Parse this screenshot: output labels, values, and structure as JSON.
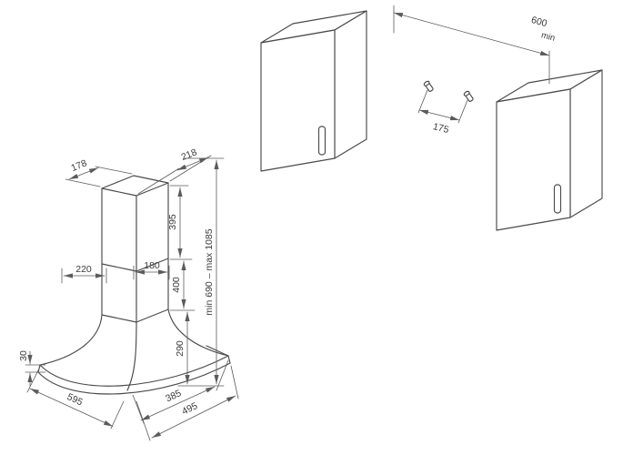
{
  "drawing": {
    "ink_color": "#4a4a4a",
    "dim_color": "#5b5b5b",
    "hood": {
      "dim_chimney_top_left": "178",
      "dim_chimney_top_right": "218",
      "dim_upper_duct_height": "395",
      "dim_lower_duct_height": "400",
      "dim_canopy_height": "290",
      "dim_total_height": "min 690 – max 1085",
      "dim_duct_left_width": "220",
      "dim_duct_right_width": "180",
      "dim_rim_height": "30",
      "dim_base_left_edge": "595",
      "dim_base_front_edge": "385",
      "dim_base_right_edge": "495"
    },
    "installation": {
      "dim_cabinet_gap": "600",
      "dim_cabinet_gap_qualifier": "min",
      "dim_screw_spacing": "175"
    }
  }
}
